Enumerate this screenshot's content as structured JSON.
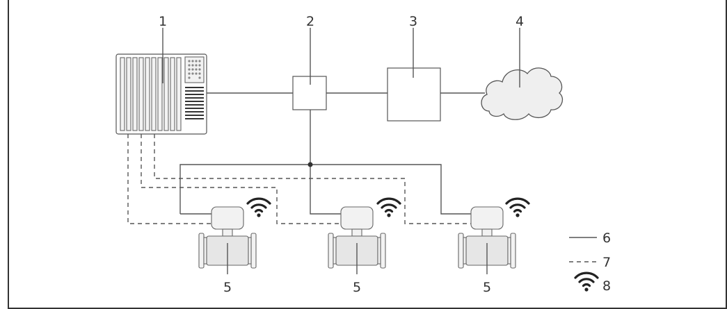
{
  "labels": {
    "automation_system": "1",
    "switch": "2",
    "gateway": "3",
    "cloud": "4",
    "measuring_device": "5",
    "legend_line": "6",
    "legend_dashed": "7",
    "legend_wireless": "8"
  },
  "icons": {
    "automation_system": "plc-cabinet-icon",
    "switch": "network-switch-box",
    "gateway": "gateway-box",
    "cloud": "cloud-icon",
    "measuring_device": "flowmeter-icon",
    "wireless": "wifi-icon"
  },
  "colors": {
    "line": "#555555",
    "device_fill": "#e6e6e6",
    "background": "#ffffff",
    "frame": "#333333"
  }
}
